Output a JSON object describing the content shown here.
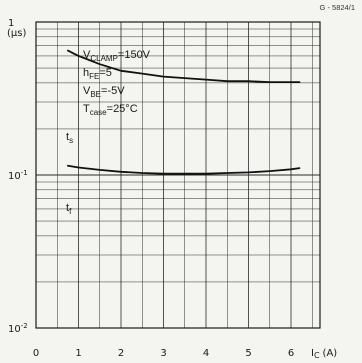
{
  "chart_data": {
    "type": "line",
    "ref_code": "G - 5824/1",
    "xlabel": {
      "text": "I",
      "sub": "C",
      "unit": "(A)"
    },
    "ylabel": "(µs)",
    "xlim": [
      0,
      7
    ],
    "ylim": [
      0.01,
      1
    ],
    "yscale": "log",
    "grid": true,
    "x_ticks": [
      "0",
      "1",
      "2",
      "3",
      "4",
      "5",
      "6"
    ],
    "y_ticks": [
      {
        "value": 1,
        "base": "1",
        "exp": ""
      },
      {
        "value": 0.1,
        "base": "10",
        "exp": "-1"
      },
      {
        "value": 0.01,
        "base": "10",
        "exp": "-2"
      }
    ],
    "conditions": [
      {
        "base": "V",
        "sub": "CLAMP",
        "rest": "=150V"
      },
      {
        "base": "h",
        "sub": "FE",
        "rest": "=5"
      },
      {
        "base": "V",
        "sub": "BE",
        "rest": "=-5V"
      },
      {
        "base": "T",
        "sub": "case",
        "rest": "=25°C"
      }
    ],
    "series": [
      {
        "name": "t",
        "sub": "s",
        "x": [
          0.75,
          1.0,
          1.5,
          2.0,
          2.5,
          3.0,
          3.5,
          4.0,
          4.5,
          5.0,
          5.5,
          6.0,
          6.2
        ],
        "y": [
          0.65,
          0.6,
          0.53,
          0.48,
          0.46,
          0.44,
          0.43,
          0.42,
          0.41,
          0.41,
          0.405,
          0.405,
          0.405
        ]
      },
      {
        "name": "t",
        "sub": "f",
        "x": [
          0.75,
          1.0,
          1.5,
          2.0,
          2.5,
          3.0,
          3.5,
          4.0,
          4.5,
          5.0,
          5.5,
          6.0,
          6.2
        ],
        "y": [
          0.115,
          0.112,
          0.108,
          0.105,
          0.103,
          0.102,
          0.102,
          0.102,
          0.103,
          0.104,
          0.106,
          0.109,
          0.111
        ]
      }
    ]
  }
}
